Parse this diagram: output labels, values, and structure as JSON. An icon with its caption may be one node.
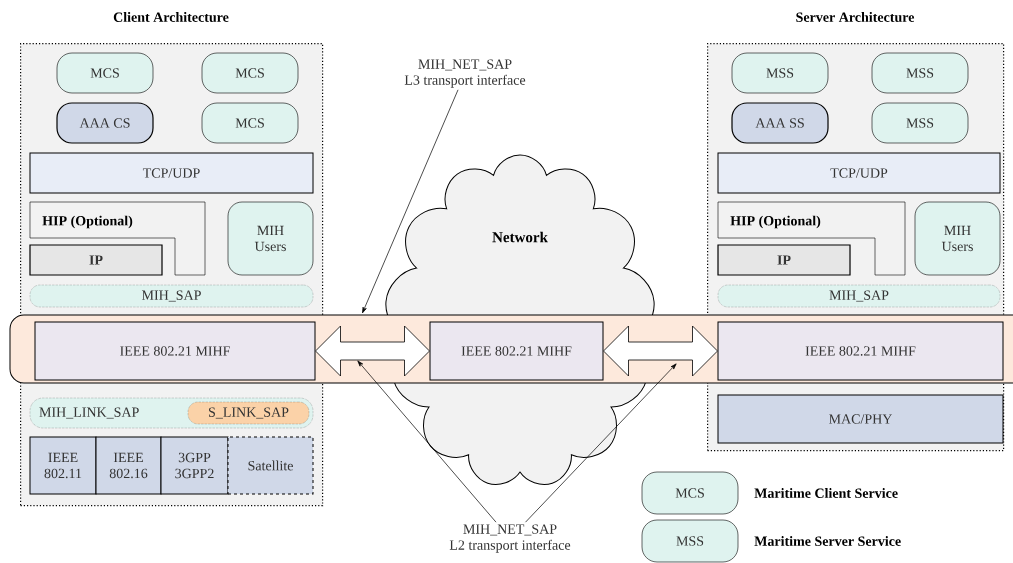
{
  "diagram": {
    "nodes": [
      {
        "text": [
          "Client Architecture"
        ]
      },
      {
        "text": [
          "MCS"
        ],
        "in": 0
      },
      {
        "text": [
          "MCS"
        ],
        "in": 0
      },
      {
        "text": [
          "AAA CS"
        ],
        "in": 0
      },
      {
        "text": [
          "MCS"
        ],
        "in": 0
      },
      {
        "text": [
          "TCP/UDP"
        ],
        "in": 0
      },
      {
        "text": [
          "HIP (Optional)"
        ],
        "in": 0
      },
      {
        "text": [
          "IP"
        ],
        "in": 0
      },
      {
        "text": [
          "MIH Users"
        ],
        "in": 0
      },
      {
        "text": [
          "MIH_SAP"
        ],
        "in": 0
      },
      {
        "text": [
          "IEEE 802.21 MIHF"
        ],
        "in": 0
      },
      {
        "text": [
          "MIH_LINK_SAP"
        ],
        "in": 0
      },
      {
        "text": [
          "S_LINK_SAP"
        ],
        "in": 11
      },
      {
        "text": [
          "IEEE 802.11"
        ],
        "in": 0
      },
      {
        "text": [
          "IEEE 802.16"
        ],
        "in": 0
      },
      {
        "text": [
          "3GPP 3GPP2"
        ],
        "in": 0
      },
      {
        "text": [
          "Satellite"
        ],
        "in": 0
      },
      {
        "text": [
          "Server Architecture"
        ]
      },
      {
        "text": [
          "MSS"
        ],
        "in": 17
      },
      {
        "text": [
          "MSS"
        ],
        "in": 17
      },
      {
        "text": [
          "AAA SS"
        ],
        "in": 17
      },
      {
        "text": [
          "MSS"
        ],
        "in": 17
      },
      {
        "text": [
          "TCP/UDP"
        ],
        "in": 17
      },
      {
        "text": [
          "HIP (Optional)"
        ],
        "in": 17
      },
      {
        "text": [
          "IP"
        ],
        "in": 17
      },
      {
        "text": [
          "MIH Users"
        ],
        "in": 17
      },
      {
        "text": [
          "MIH_SAP"
        ],
        "in": 17
      },
      {
        "text": [
          "IEEE 802.21 MIHF"
        ],
        "in": 17
      },
      {
        "text": [
          "MAC/PHY"
        ],
        "in": 17
      },
      {
        "text": [
          "Network"
        ]
      },
      {
        "text": [
          "IEEE 802.21 MIHF"
        ],
        "in": 29
      },
      {
        "text": [
          "MIH_NET_SAP",
          "L3 transport interface"
        ]
      },
      {
        "text": [
          "MIH_NET_SAP",
          "L2 transport interface"
        ]
      },
      {
        "text": [
          "MCS"
        ],
        "beside": [
          "Maritime Client Service"
        ]
      },
      {
        "text": [
          "MSS"
        ],
        "beside": [
          "Maritime Server Service"
        ]
      }
    ],
    "edges": [
      {
        "from": 10,
        "to": 30,
        "arrow": "both"
      },
      {
        "from": 30,
        "to": 27,
        "arrow": "both"
      },
      {
        "from": 31,
        "to": null,
        "arrow": "to"
      },
      {
        "from": 32,
        "to": null,
        "arrow": "to"
      },
      {
        "from": 32,
        "to": null,
        "arrow": "to"
      }
    ]
  }
}
